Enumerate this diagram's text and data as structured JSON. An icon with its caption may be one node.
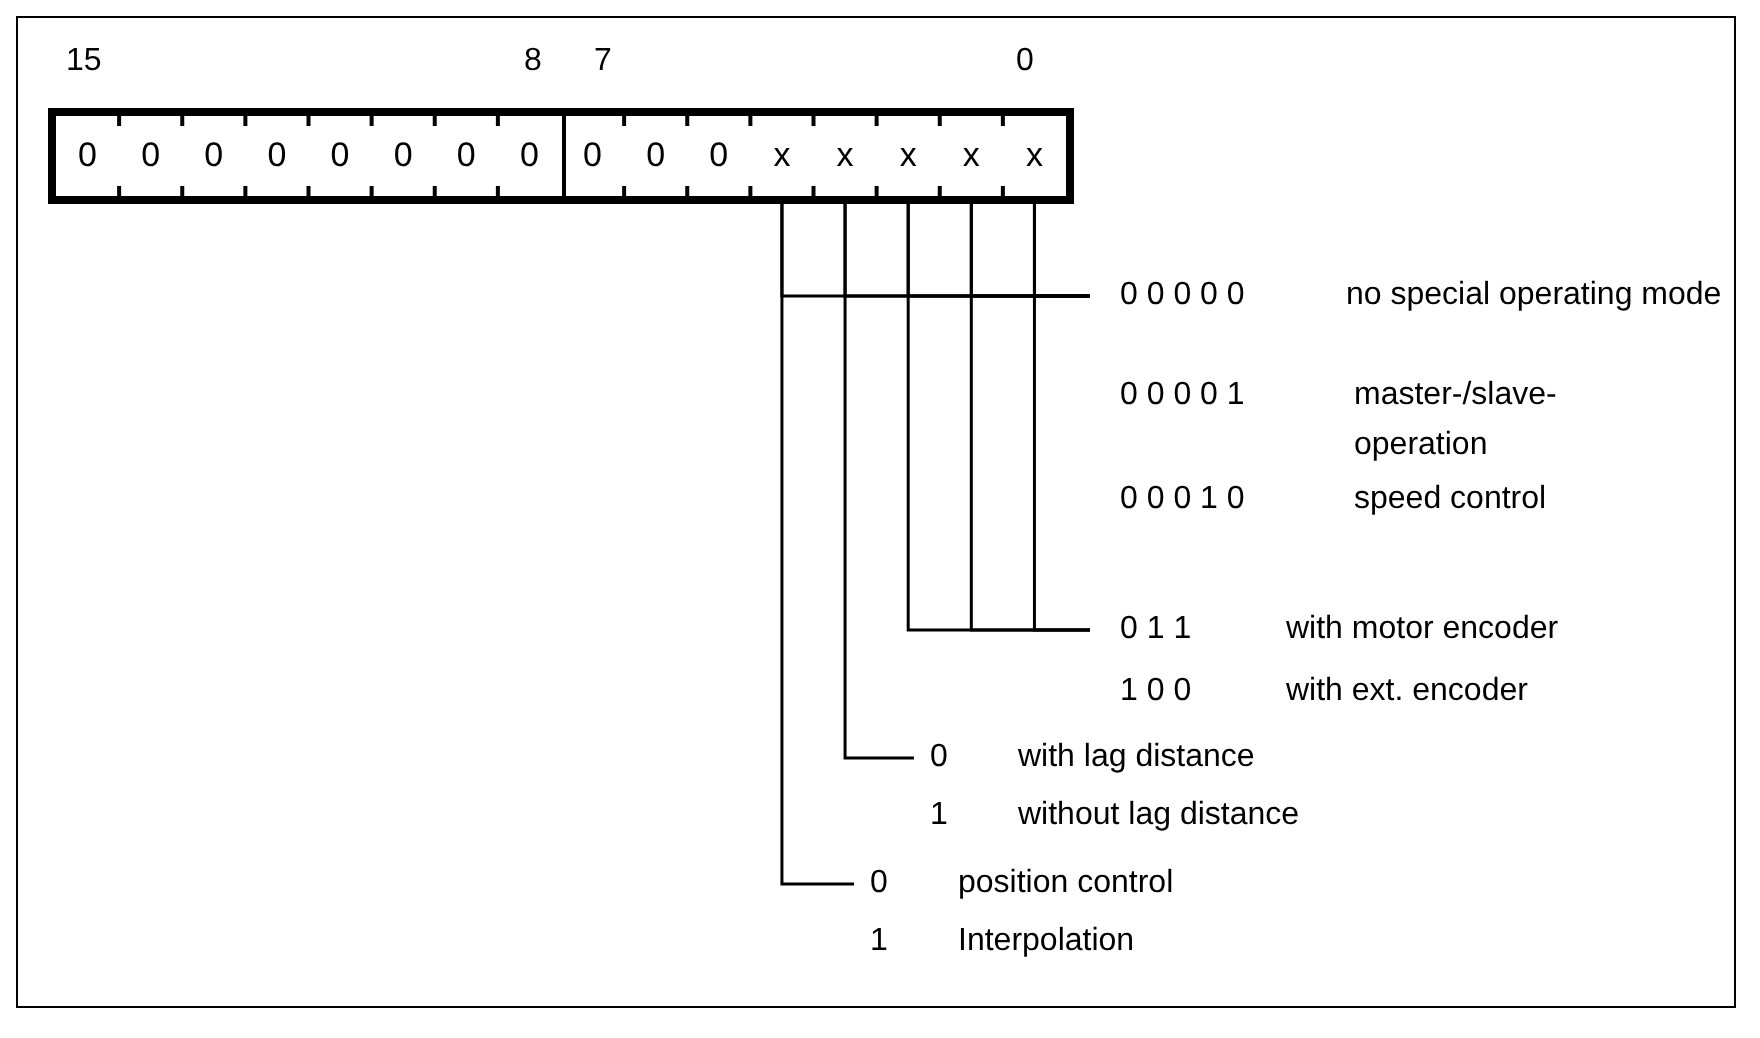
{
  "diagram": {
    "nodes": [
      {
        "text": [],
        "shape": "box"
      },
      {
        "text": [
          "0"
        ],
        "in": 0
      },
      {
        "text": [
          "0"
        ],
        "in": 0
      },
      {
        "text": [
          "0"
        ],
        "in": 0
      },
      {
        "text": [
          "0"
        ],
        "in": 0
      },
      {
        "text": [
          "0"
        ],
        "in": 0
      },
      {
        "text": [
          "0"
        ],
        "in": 0
      },
      {
        "text": [
          "0"
        ],
        "in": 0
      },
      {
        "text": [
          "0"
        ],
        "in": 0
      },
      {
        "text": [
          "0"
        ],
        "in": 0
      },
      {
        "text": [
          "0"
        ],
        "in": 0
      },
      {
        "text": [
          "0"
        ],
        "in": 0
      },
      {
        "text": [
          "x"
        ],
        "in": 0
      },
      {
        "text": [
          "x"
        ],
        "in": 0
      },
      {
        "text": [
          "x"
        ],
        "in": 0
      },
      {
        "text": [
          "x"
        ],
        "in": 0
      },
      {
        "text": [
          "x"
        ],
        "in": 0
      },
      {
        "text": [
          "0 0 0 0 0",
          "no special operating mode"
        ]
      },
      {
        "text": [
          "0 0 0 0 1",
          "master-/slave-operation"
        ]
      },
      {
        "text": [
          "0 0 0 1 0",
          "speed control"
        ]
      },
      {
        "text": [
          "0 1 1",
          "with motor encoder"
        ]
      },
      {
        "text": [
          "1 0 0",
          "with ext. encoder"
        ]
      },
      {
        "text": [
          "0",
          "with lag distance"
        ]
      },
      {
        "text": [
          "1",
          "without lag distance"
        ]
      },
      {
        "text": [
          "0",
          "position control"
        ]
      },
      {
        "text": [
          "1",
          "Interpolation"
        ]
      }
    ],
    "edges": [
      {
        "from": 12,
        "to": 17,
        "arrow": "none"
      },
      {
        "from": 13,
        "to": 17,
        "arrow": "none"
      },
      {
        "from": 14,
        "to": 17,
        "arrow": "none"
      },
      {
        "from": 15,
        "to": 17,
        "arrow": "none"
      },
      {
        "from": 16,
        "to": 17,
        "arrow": "none"
      },
      {
        "from": 14,
        "to": 20,
        "arrow": "none"
      },
      {
        "from": 15,
        "to": 20,
        "arrow": "none"
      },
      {
        "from": 16,
        "to": 20,
        "arrow": "none"
      },
      {
        "from": 13,
        "to": 22,
        "arrow": "none"
      },
      {
        "from": 12,
        "to": 24,
        "arrow": "none"
      }
    ],
    "labels": [
      "15",
      "8",
      "7",
      "0"
    ]
  }
}
